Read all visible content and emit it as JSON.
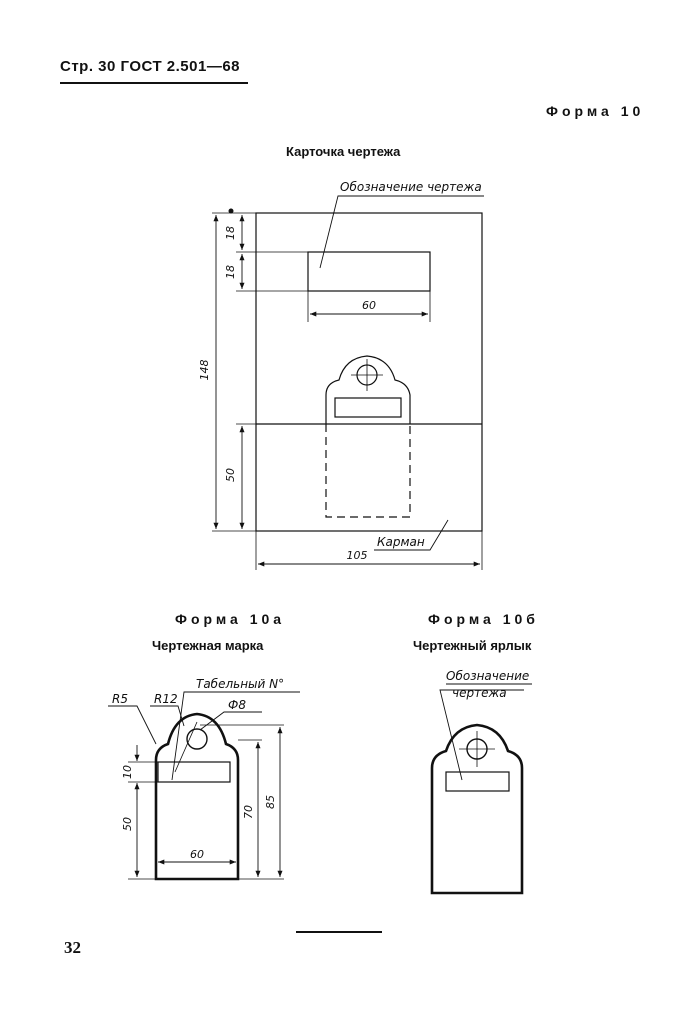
{
  "header": {
    "text": "Стр. 30 ГОСТ 2.501—68"
  },
  "page_number": "32",
  "form10": {
    "forma_label": "Форма 10",
    "title": "Карточка чертежа",
    "callout_designation": "Обозначение чертежа",
    "callout_pocket": "Карман",
    "dim_18_top": "18",
    "dim_18_bottom": "18",
    "dim_60": "60",
    "dim_148": "148",
    "dim_50": "50",
    "dim_105": "105"
  },
  "form10a": {
    "forma_label": "Форма 10а",
    "title": "Чертежная марка",
    "callout_tab": "Табельный  N°",
    "label_r5": "R5",
    "label_r12": "R12",
    "label_d8": "Ф8",
    "dim_10": "10",
    "dim_50": "50",
    "dim_70": "70",
    "dim_85": "85",
    "dim_60": "60"
  },
  "form10b": {
    "forma_label": "Форма 10б",
    "title": "Чертежный ярлык",
    "callout_line1": "Обозначение",
    "callout_line2": "чертежа"
  }
}
